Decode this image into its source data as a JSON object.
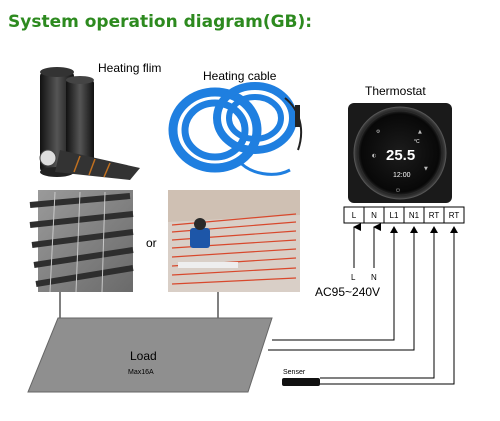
{
  "title": "System operation diagram(GB):",
  "film": {
    "label": "Heating flim"
  },
  "cable": {
    "label": "Heating cable"
  },
  "or_text": "or",
  "thermostat": {
    "label": "Thermostat",
    "temp": "25.5",
    "unit": "°C",
    "time": "12:00"
  },
  "terminals": [
    "L",
    "N",
    "L1",
    "N1",
    "RT",
    "RT"
  ],
  "power": {
    "l": "L",
    "n": "N",
    "voltage": "AC95~240V"
  },
  "load": {
    "label": "Load",
    "sub": "Max16A"
  },
  "sensor": {
    "label": "Senser"
  },
  "colors": {
    "title": "#2d8a1f",
    "cable": "#1f7fe0",
    "film_floor": "#8a8a8a",
    "load_box": "#8f8f8f",
    "thermostat_body": "#1a1a1a"
  }
}
